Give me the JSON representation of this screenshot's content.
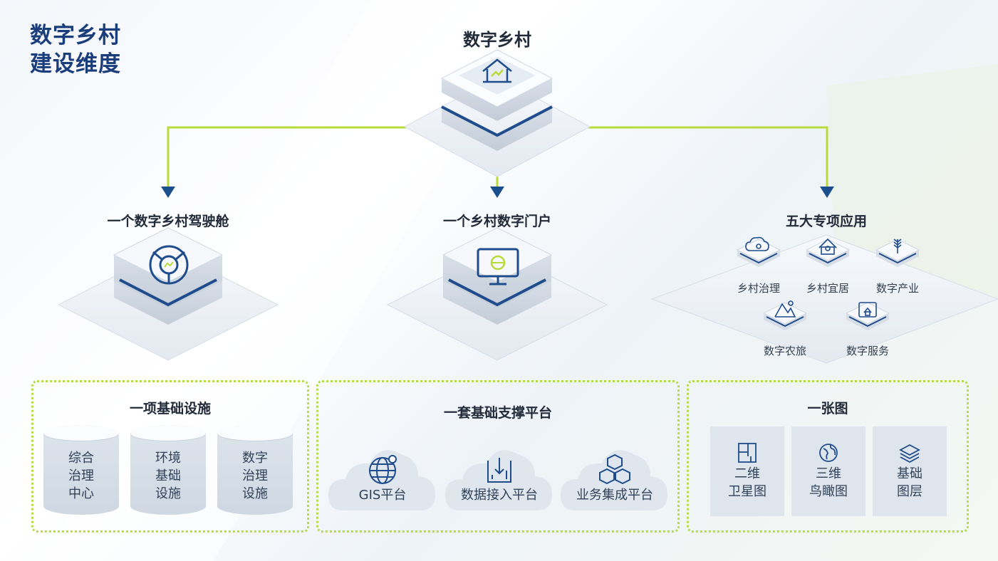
{
  "page_title": [
    "数字乡村",
    "建设维度"
  ],
  "root": {
    "label": "数字乡村",
    "icon": "house-chart-icon"
  },
  "branches": [
    {
      "label": "一个数字乡村驾驶舱",
      "icon": "dashboard-gauge-icon"
    },
    {
      "label": "一个乡村数字门户",
      "icon": "monitor-browser-icon"
    },
    {
      "label": "五大专项应用",
      "apps": [
        {
          "label": "乡村治理",
          "icon": "cloud-gear-icon"
        },
        {
          "label": "乡村宜居",
          "icon": "home-location-icon"
        },
        {
          "label": "数字产业",
          "icon": "wheat-icon"
        },
        {
          "label": "数字农旅",
          "icon": "mountain-icon"
        },
        {
          "label": "数字服务",
          "icon": "service-house-icon"
        }
      ]
    }
  ],
  "sections": [
    {
      "title": "一项基础设施",
      "items": [
        {
          "lines": [
            "综合",
            "治理",
            "中心"
          ]
        },
        {
          "lines": [
            "环境",
            "基础",
            "设施"
          ]
        },
        {
          "lines": [
            "数字",
            "治理",
            "设施"
          ]
        }
      ]
    },
    {
      "title": "一套基础支撑平台",
      "items": [
        {
          "label": "GIS平台",
          "icon": "globe-pin-icon"
        },
        {
          "label": "数据接入平台",
          "icon": "data-import-icon"
        },
        {
          "label": "业务集成平台",
          "icon": "cubes-icon"
        }
      ]
    },
    {
      "title": "一张图",
      "items": [
        {
          "lines": [
            "二维",
            "卫星图"
          ],
          "icon": "floorplan-icon"
        },
        {
          "lines": [
            "三维",
            "鸟瞰图"
          ],
          "icon": "globe-icon"
        },
        {
          "lines": [
            "基础",
            "图层"
          ],
          "icon": "layers-icon"
        }
      ]
    }
  ],
  "colors": {
    "accent_line": "#b7dc3a",
    "arrow": "#1a4e8c",
    "title": "#1a3d7c",
    "icon": "#1e4c8c"
  }
}
